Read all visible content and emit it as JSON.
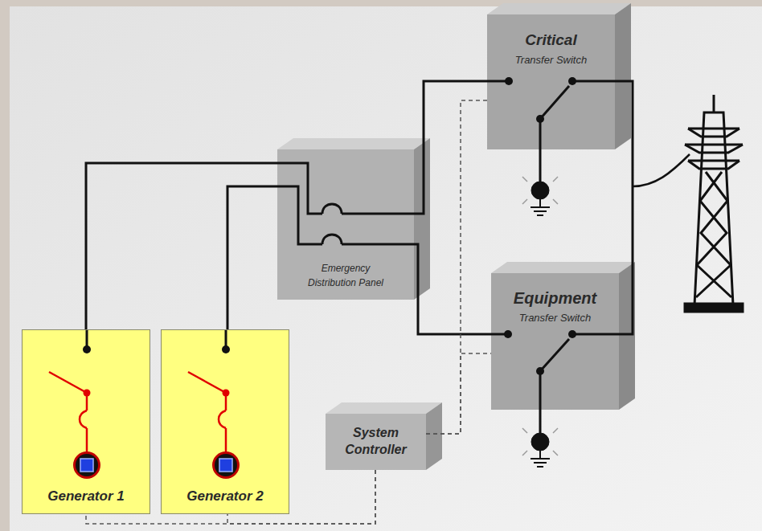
{
  "diagram": {
    "nodes": [
      {
        "text": [
          "Critical",
          "Transfer Switch"
        ]
      },
      {
        "text": [
          "Emergency Distribution Panel"
        ]
      },
      {
        "text": [
          "Equipment",
          "Transfer Switch"
        ]
      },
      {
        "text": [
          "System Controller"
        ]
      },
      {
        "text": [
          "Generator 1"
        ]
      },
      {
        "text": [
          "Generator 2"
        ]
      }
    ],
    "edges": [
      {
        "from": 4,
        "to": 1,
        "arrow": "none"
      },
      {
        "from": 5,
        "to": 1,
        "arrow": "none"
      },
      {
        "from": 1,
        "to": 0,
        "arrow": "none"
      },
      {
        "from": 1,
        "to": 2,
        "arrow": "none"
      },
      {
        "from": 3,
        "to": 0,
        "arrow": "none"
      },
      {
        "from": 3,
        "to": 2,
        "arrow": "none"
      },
      {
        "from": 3,
        "to": 4,
        "arrow": "none"
      },
      {
        "from": 3,
        "to": 5,
        "arrow": "none"
      }
    ]
  }
}
